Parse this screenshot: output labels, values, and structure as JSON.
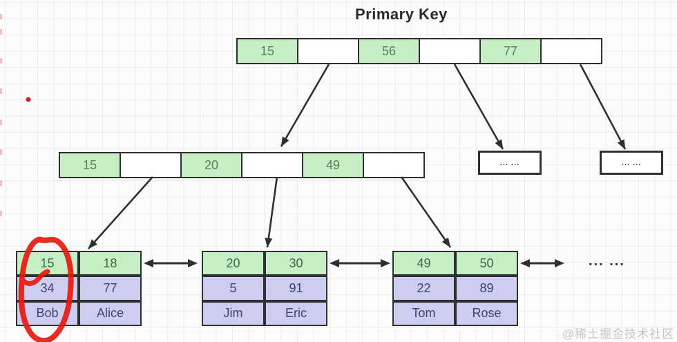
{
  "title": "Primary Key",
  "root_node": {
    "cells": [
      "15",
      "",
      "56",
      "",
      "77",
      ""
    ]
  },
  "internal_node": {
    "cells": [
      "15",
      "",
      "20",
      "",
      "49",
      ""
    ]
  },
  "sibling_placeholders": {
    "left": "... ...",
    "right": "... ..."
  },
  "leaf_nodes": [
    {
      "rows": [
        [
          "15",
          "18"
        ],
        [
          "34",
          "77"
        ],
        [
          "Bob",
          "Alice"
        ]
      ]
    },
    {
      "rows": [
        [
          "20",
          "30"
        ],
        [
          "5",
          "91"
        ],
        [
          "Jim",
          "Eric"
        ]
      ]
    },
    {
      "rows": [
        [
          "49",
          "50"
        ],
        [
          "22",
          "89"
        ],
        [
          "Tom",
          "Rose"
        ]
      ]
    }
  ],
  "leaf_chain_ellipsis": "... ...",
  "watermark": "@稀土掘金技术社区",
  "colors": {
    "key_cell_green": "#c8eec6",
    "data_cell_lavender": "#cdcdf2",
    "border_dark": "#2f2f2f",
    "annotation_red": "#e8190e"
  }
}
